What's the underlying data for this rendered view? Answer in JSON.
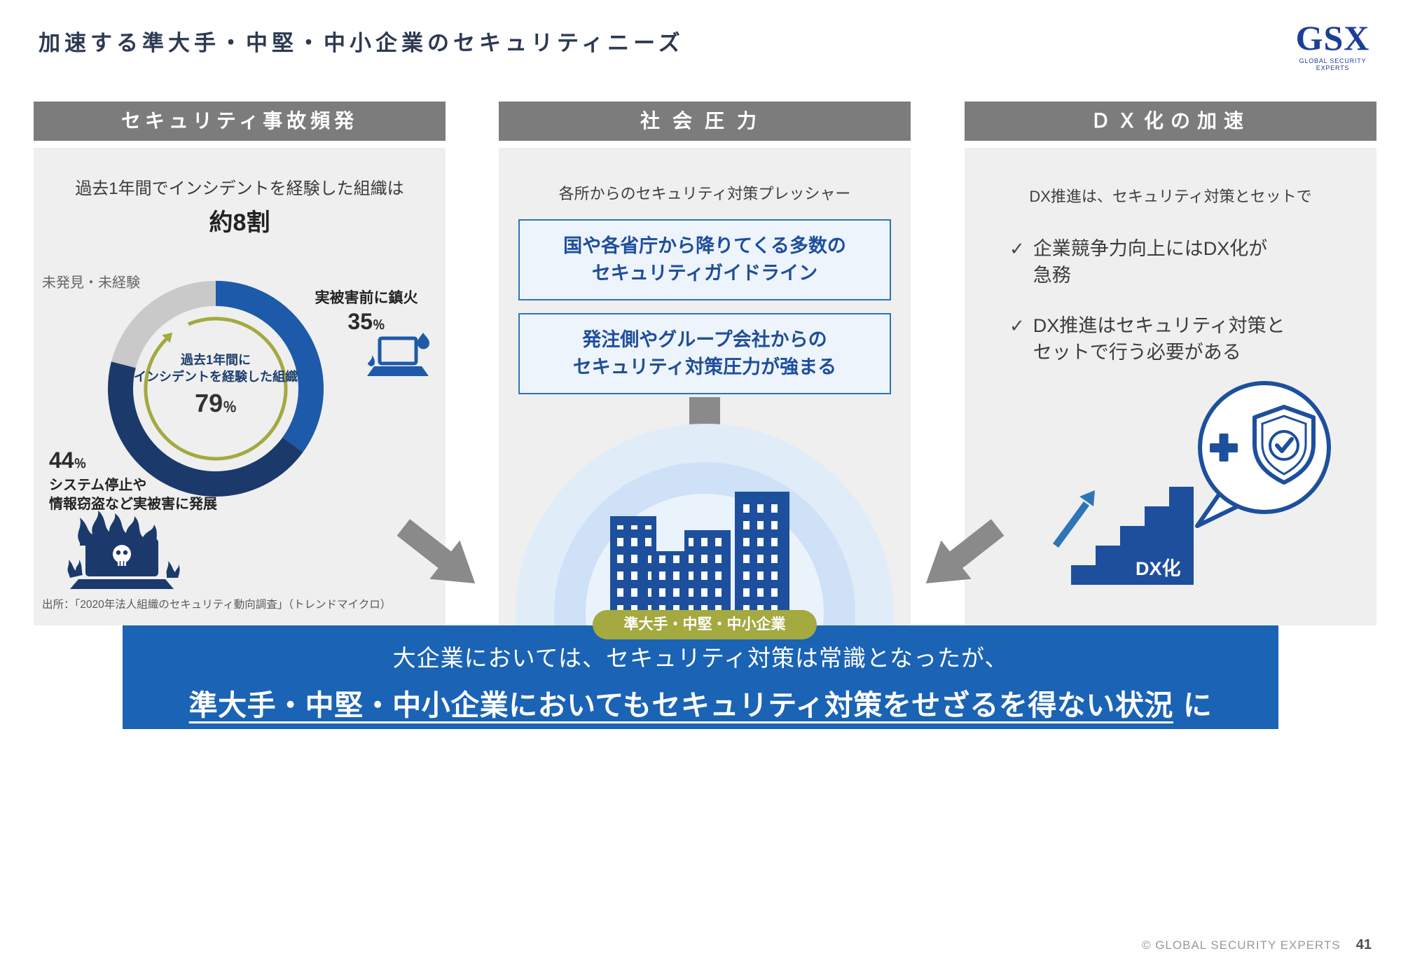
{
  "page": {
    "title": "加速する準大手・中堅・中小企業のセキュリティニーズ",
    "footer_copyright": "© GLOBAL SECURITY EXPERTS",
    "page_number": "41"
  },
  "logo": {
    "text": "GSX",
    "caption": "GLOBAL SECURITY EXPERTS"
  },
  "col_incident": {
    "header": "セキュリティ事故頻発",
    "intro": "過去1年間でインシデントを経験した組織は",
    "intro_emphasis": "約8割",
    "percent_sign": "％",
    "label_undetected": "未発見・未経験",
    "label_extinguished": "実被害前に鎮火",
    "center_line1": "過去1年間に",
    "center_line2": "インシデントを経験した組織",
    "label_damage_line1": "システム停止や",
    "label_damage_line2": "情報窃盗など実被害に発展",
    "source": "出所：「2020年法人組織のセキュリティ動向調査」（トレンドマイクロ）"
  },
  "col_pressure": {
    "header": "社会圧力",
    "intro": "各所からのセキュリティ対策プレッシャー",
    "box1_line1": "国や各省庁から降りてくる多数の",
    "box1_line2": "セキュリティガイドライン",
    "box2_line1": "発注側やグループ会社からの",
    "box2_line2": "セキュリティ対策圧力が強まる",
    "badge": "準大手・中堅・中小企業"
  },
  "col_dx": {
    "header": "ＤＸ化の加速",
    "intro": "DX推進は、セキュリティ対策とセットで",
    "check_glyph": "✓",
    "check1_line1": "企業競争力向上にはDX化が",
    "check1_line2": "急務",
    "check2_line1": "DX推進はセキュリティ対策と",
    "check2_line2": "セットで行う必要がある",
    "stairs_label": "DX化"
  },
  "banner": {
    "line1": "大企業においては、セキュリティ対策は常識となったが、",
    "line2_underlined": "準大手・中堅・中小企業においてもセキュリティ対策をせざるを得ない状況",
    "line2_suffix": "に"
  },
  "chart_data": {
    "type": "pie",
    "title": "過去1年間でインシデントを経験した組織は約8割",
    "slices": [
      {
        "label": "実被害前に鎮火",
        "value": 35,
        "color": "#1d5aa9"
      },
      {
        "label": "システム停止や情報窃盗など実被害に発展",
        "value": 44,
        "color": "#1b3a6b"
      },
      {
        "label": "未発見・未経験",
        "value": 21,
        "color": "#c9c9c9"
      }
    ],
    "center_label": "過去1年間にインシデントを経験した組織",
    "center_value": 79,
    "source": "出所：「2020年法人組織のセキュリティ動向調査」（トレンドマイクロ）"
  },
  "colors": {
    "primary_blue": "#1d5aa9",
    "navy": "#1b3a6b",
    "olive": "#a4a940",
    "banner_blue": "#1a63b5",
    "header_gray": "#7c7c7c",
    "panel_gray": "#efefef",
    "box_border_blue": "#2e75b6",
    "logo_blue": "#1d3e97"
  }
}
